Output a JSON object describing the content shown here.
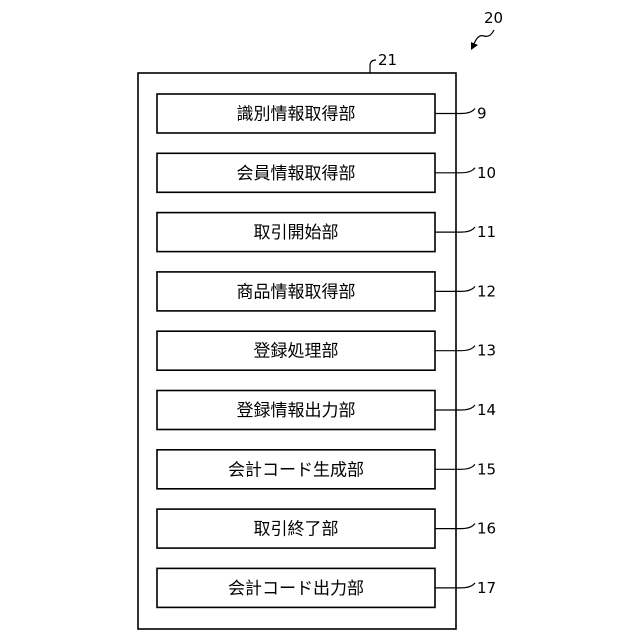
{
  "figure": {
    "ref": "20",
    "container_ref": "21",
    "units": [
      {
        "label": "識別情報取得部",
        "ref": "9"
      },
      {
        "label": "会員情報取得部",
        "ref": "10"
      },
      {
        "label": "取引開始部",
        "ref": "11"
      },
      {
        "label": "商品情報取得部",
        "ref": "12"
      },
      {
        "label": "登録処理部",
        "ref": "13"
      },
      {
        "label": "登録情報出力部",
        "ref": "14"
      },
      {
        "label": "会計コード生成部",
        "ref": "15"
      },
      {
        "label": "取引終了部",
        "ref": "16"
      },
      {
        "label": "会計コード出力部",
        "ref": "17"
      }
    ]
  }
}
